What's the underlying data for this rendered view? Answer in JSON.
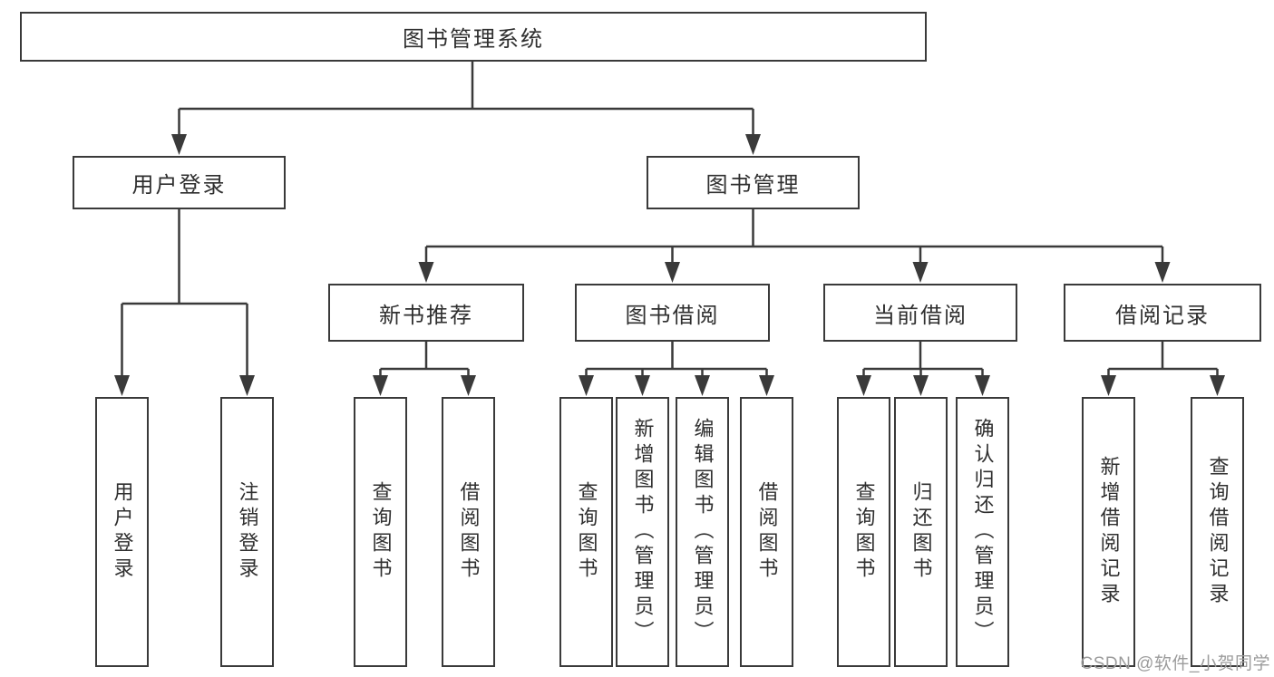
{
  "diagram": {
    "root": "图书管理系统",
    "modules": {
      "user_login": "用户登录",
      "book_management": "图书管理"
    },
    "submodules": {
      "new_book_recommend": "新书推荐",
      "book_borrow": "图书借阅",
      "current_borrow": "当前借阅",
      "borrow_records": "借阅记录"
    },
    "functions": {
      "user_login": [
        "用户登录",
        "注销登录"
      ],
      "new_book_recommend": [
        "查询图书",
        "借阅图书"
      ],
      "book_borrow": [
        "查询图书",
        "新增图书（管理员）",
        "编辑图书（管理员）",
        "借阅图书"
      ],
      "current_borrow": [
        "查询图书",
        "归还图书",
        "确认归还（管理员）"
      ],
      "borrow_records": [
        "新增借阅记录",
        "查询借阅记录"
      ]
    }
  },
  "watermark": "CSDN @软件_小贺同学",
  "colors": {
    "line": "#3a3a3a",
    "text": "#2f2f2f",
    "watermark": "#9c9c9c",
    "background": "#ffffff"
  }
}
